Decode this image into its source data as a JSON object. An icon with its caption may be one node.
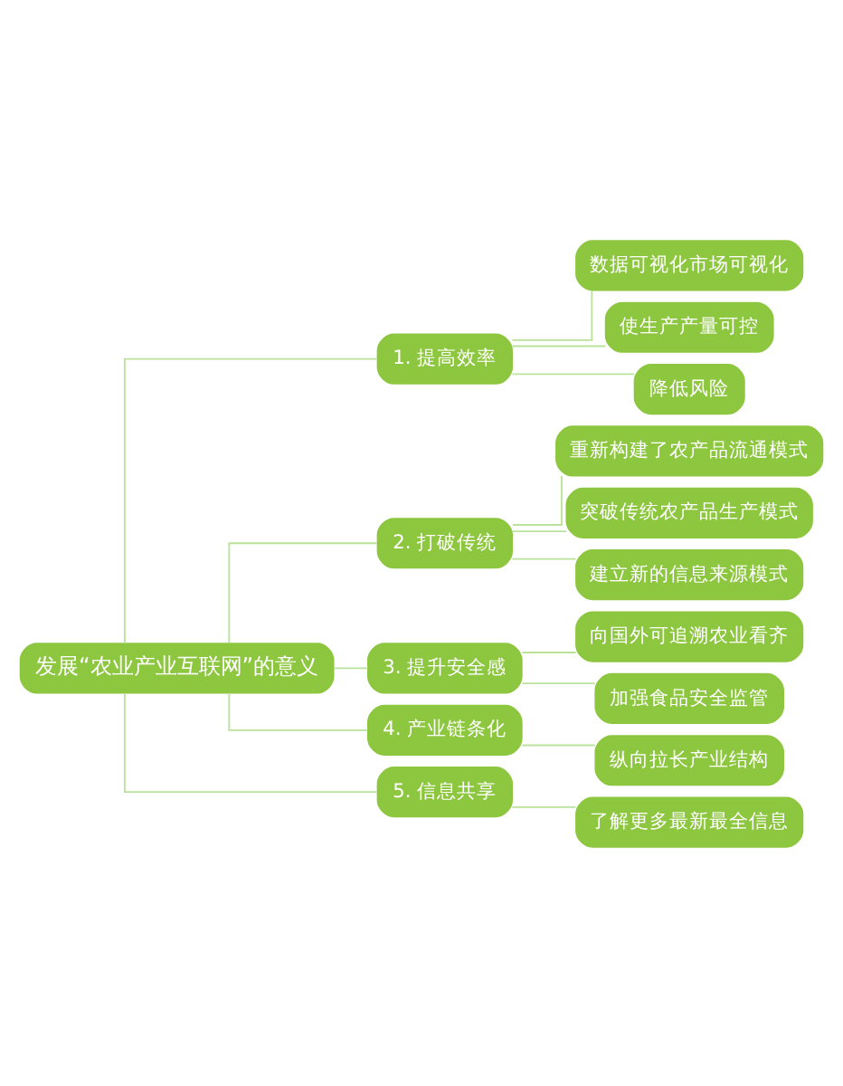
{
  "diagram": {
    "nodes": [
      {
        "text": [
          "发展“农业产业互联网”的意义"
        ]
      },
      {
        "text": [
          "1. 提高效率"
        ]
      },
      {
        "text": [
          "数据可视化市场可视化"
        ]
      },
      {
        "text": [
          "使生产产量可控"
        ]
      },
      {
        "text": [
          "降低风险"
        ]
      },
      {
        "text": [
          "2. 打破传统"
        ]
      },
      {
        "text": [
          "重新构建了农产品流通模式"
        ]
      },
      {
        "text": [
          "突破传统农产品生产模式"
        ]
      },
      {
        "text": [
          "建立新的信息来源模式"
        ]
      },
      {
        "text": [
          "3. 提升安全感"
        ]
      },
      {
        "text": [
          "向国外可追溯农业看齐"
        ]
      },
      {
        "text": [
          "加强食品安全监管"
        ]
      },
      {
        "text": [
          "4. 产业链条化"
        ]
      },
      {
        "text": [
          "纵向拉长产业结构"
        ]
      },
      {
        "text": [
          "5. 信息共享"
        ]
      },
      {
        "text": [
          "了解更多最新最全信息"
        ]
      }
    ],
    "edges": [
      {
        "from": 0,
        "to": 1,
        "arrow": "none"
      },
      {
        "from": 1,
        "to": 2,
        "arrow": "none"
      },
      {
        "from": 1,
        "to": 3,
        "arrow": "none"
      },
      {
        "from": 1,
        "to": 4,
        "arrow": "none"
      },
      {
        "from": 0,
        "to": 5,
        "arrow": "none"
      },
      {
        "from": 5,
        "to": 6,
        "arrow": "none"
      },
      {
        "from": 5,
        "to": 7,
        "arrow": "none"
      },
      {
        "from": 5,
        "to": 8,
        "arrow": "none"
      },
      {
        "from": 0,
        "to": 9,
        "arrow": "none"
      },
      {
        "from": 9,
        "to": 10,
        "arrow": "none"
      },
      {
        "from": 9,
        "to": 11,
        "arrow": "none"
      },
      {
        "from": 0,
        "to": 12,
        "arrow": "none"
      },
      {
        "from": 12,
        "to": 13,
        "arrow": "none"
      },
      {
        "from": 0,
        "to": 14,
        "arrow": "none"
      },
      {
        "from": 14,
        "to": 15,
        "arrow": "none"
      }
    ]
  }
}
